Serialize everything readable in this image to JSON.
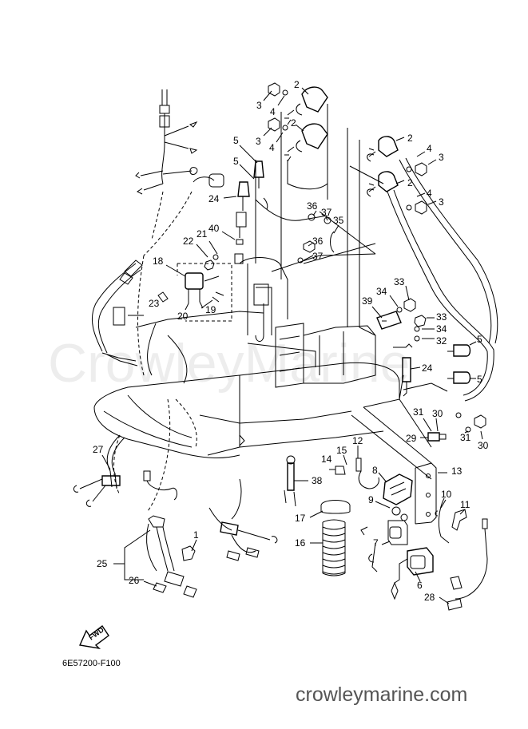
{
  "diagram": {
    "part_code": "6E57200-F100",
    "watermark": "CrowleyMarine",
    "site": "crowleymarine.com",
    "fwd_label": "FWD",
    "callouts": {
      "c2a": "2",
      "c3a": "3",
      "c4a": "4",
      "c2b": "2",
      "c3b": "3",
      "c4b": "4",
      "c2c": "2",
      "c4c": "4",
      "c3c": "3",
      "c2d": "2",
      "c4d": "4",
      "c3d": "3",
      "c5a": "5",
      "c5b": "5",
      "c24a": "24",
      "c40": "40",
      "c21": "21",
      "c22": "22",
      "c18": "18",
      "c23": "23",
      "c20": "20",
      "c19": "19",
      "c36a": "36",
      "c37a": "37",
      "c35": "35",
      "c36b": "36",
      "c37b": "37",
      "c34a": "34",
      "c33a": "33",
      "c39": "39",
      "c33b": "33",
      "c34b": "34",
      "c32": "32",
      "c5c": "5",
      "c24b": "24",
      "c5d": "5",
      "c31a": "31",
      "c30a": "30",
      "c29": "29",
      "c31b": "31",
      "c30b": "30",
      "c27": "27",
      "c14": "14",
      "c15": "15",
      "c12": "12",
      "c13": "13",
      "c8": "8",
      "c38": "38",
      "c9": "9",
      "c10": "10",
      "c11": "11",
      "c17": "17",
      "c16": "16",
      "c7": "7",
      "c1": "1",
      "c25": "25",
      "c26": "26",
      "c6": "6",
      "c28": "28"
    }
  }
}
